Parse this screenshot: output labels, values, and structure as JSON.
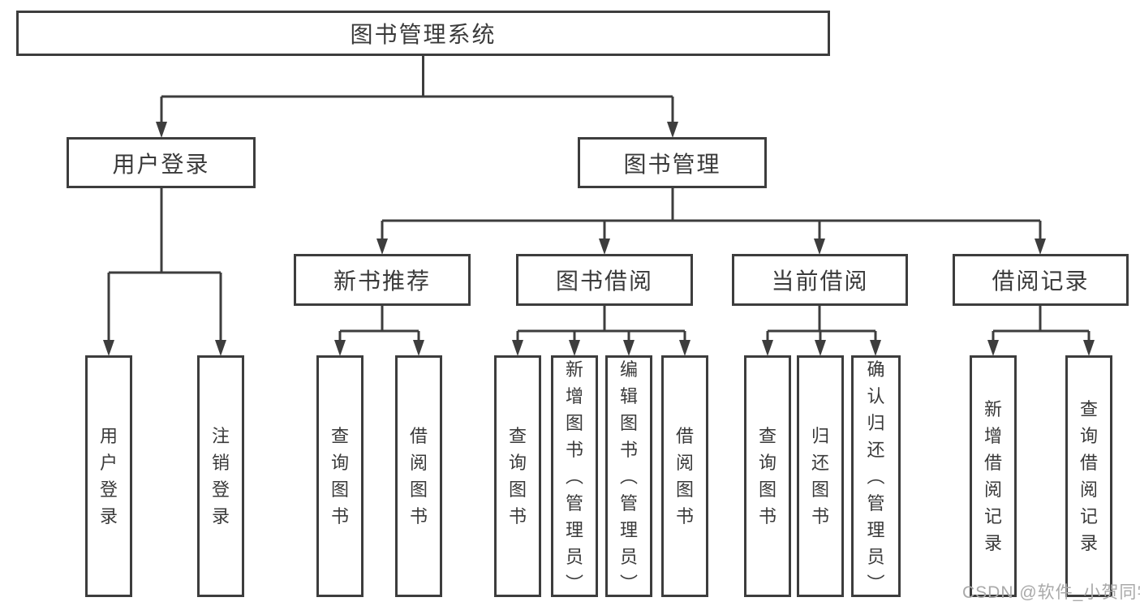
{
  "page": {
    "background_color": "#ffffff",
    "line_color": "#3d3d3d",
    "box_border_color": "#3d3d3d",
    "text_color": "#3a3a3a"
  },
  "diagram": {
    "root": {
      "label": "图书管理系统"
    },
    "level2": [
      {
        "label": "用户登录"
      },
      {
        "label": "图书管理"
      }
    ],
    "level3": [
      {
        "label": "新书推荐"
      },
      {
        "label": "图书借阅"
      },
      {
        "label": "当前借阅"
      },
      {
        "label": "借阅记录"
      }
    ],
    "leaves": {
      "user_login": [
        "用户登录",
        "注销登录"
      ],
      "new_book_recommend": [
        "查询图书",
        "借阅图书"
      ],
      "book_borrow": [
        "查询图书",
        "新增图书（管理员）",
        "编辑图书（管理员）",
        "借阅图书"
      ],
      "current_borrow": [
        "查询图书",
        "归还图书",
        "确认归还（管理员）"
      ],
      "borrow_records": [
        "新增借阅记录",
        "查询借阅记录"
      ]
    }
  },
  "watermark": {
    "text": "CSDN @软件_小贺同学",
    "color": "#a9a9a9"
  }
}
